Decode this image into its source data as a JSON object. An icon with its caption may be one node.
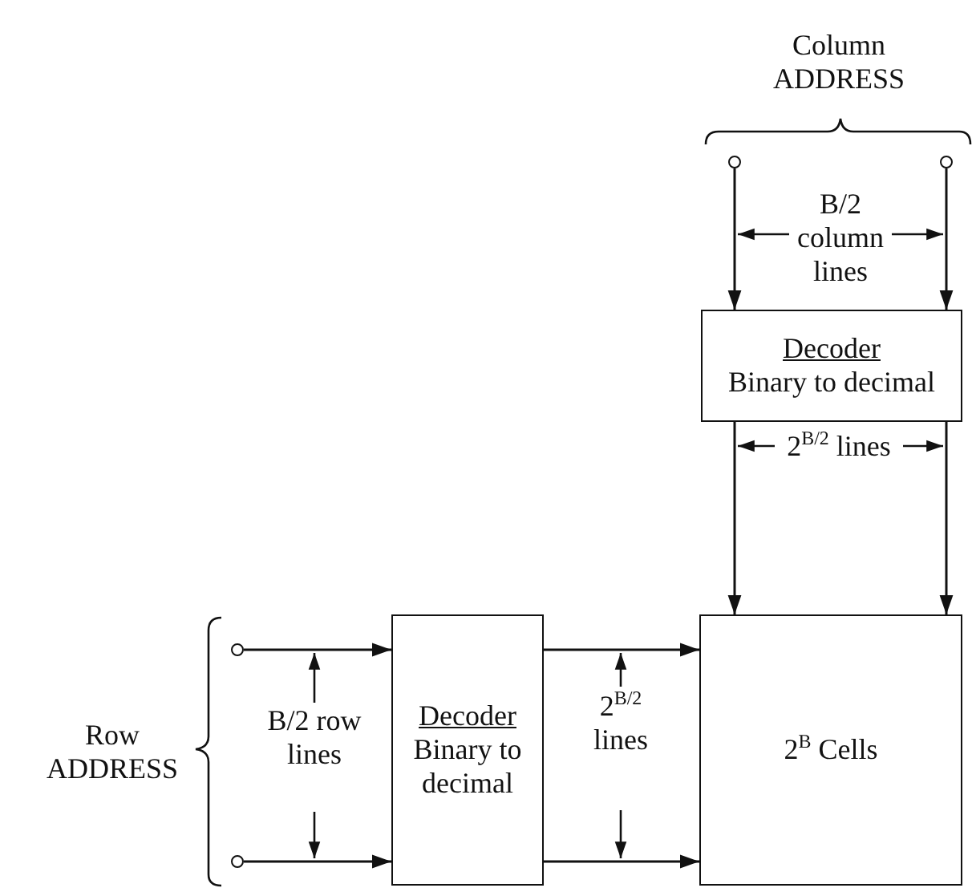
{
  "diagram": {
    "nodes": [
      {
        "text": [],
        "shape": "circle"
      },
      {
        "text": [],
        "shape": "circle"
      },
      {
        "text": [
          "Decoder",
          "Binary to decimal"
        ]
      },
      {
        "text": [],
        "shape": "circle"
      },
      {
        "text": [],
        "shape": "circle"
      },
      {
        "text": [
          "Decoder",
          "Binary to decimal"
        ]
      },
      {
        "text": [
          "2$^{B}$ Cells"
        ]
      }
    ],
    "edges": [
      {
        "from": 0,
        "to": 2,
        "arrow": "to"
      },
      {
        "from": 1,
        "to": 2,
        "arrow": "to"
      },
      {
        "from": 2,
        "to": 6,
        "arrow": "to"
      },
      {
        "from": 2,
        "to": 6,
        "arrow": "to"
      },
      {
        "from": 3,
        "to": 5,
        "arrow": "to"
      },
      {
        "from": 4,
        "to": 5,
        "arrow": "to"
      },
      {
        "from": 5,
        "to": 6,
        "arrow": "to"
      },
      {
        "from": 5,
        "to": 6,
        "arrow": "to"
      }
    ],
    "labels": [
      "Column ADDRESS",
      "B/2 column lines",
      "2$^{B/2}$ lines",
      "Row ADDRESS",
      "B/2 row lines",
      "2$^{B/2}$ lines"
    ]
  }
}
